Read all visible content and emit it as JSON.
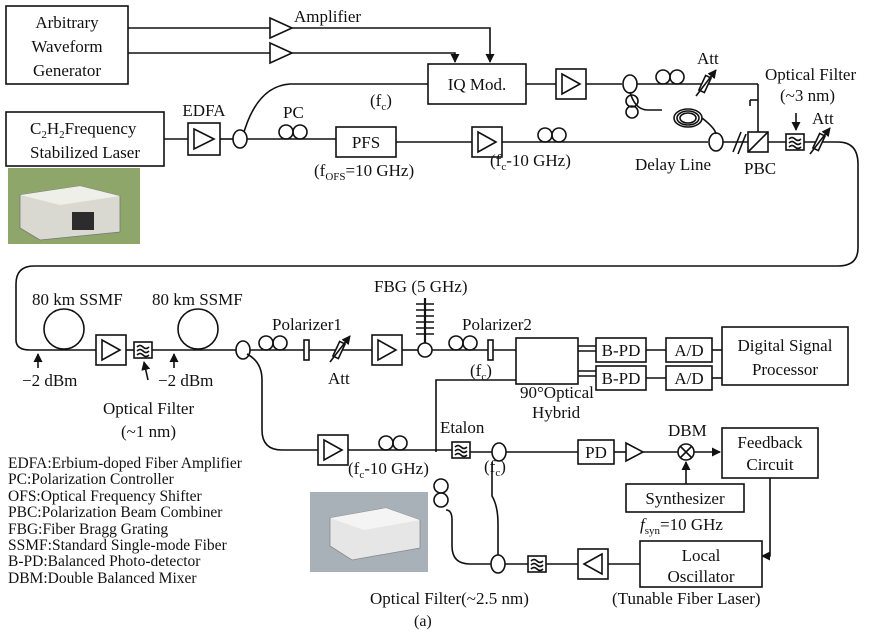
{
  "blocks": {
    "awg": [
      "Arbitrary",
      "Waveform",
      "Generator"
    ],
    "laser": {
      "line1": "C",
      "line1_sub1": "2",
      "line1_mid": "H",
      "line1_sub2": "2",
      "line1_rest": "Frequency",
      "line2": "Stabilized Laser"
    },
    "iq_mod": "IQ Mod.",
    "pfs": "PFS",
    "hybrid": [
      "90°Optical",
      "Hybrid"
    ],
    "bpd": "B-PD",
    "ad": "A/D",
    "dsp": [
      "Digital Signal",
      "Processor"
    ],
    "pd": "PD",
    "feedback": [
      "Feedback",
      "Circuit"
    ],
    "synth": "Synthesizer",
    "lo": [
      "Local",
      "Oscillator"
    ]
  },
  "labels": {
    "amplifier": "Amplifier",
    "edfa": "EDFA",
    "pc": "PC",
    "fc": "(f",
    "fc_sub": "c",
    "close": ")",
    "fofs_pre": "(f",
    "fofs_sub": "OFS",
    "fofs_post": "=10 GHz)",
    "fc10_pre": "(f",
    "fc10_sub": "c",
    "fc10_post": "-10 GHz)",
    "att": "Att",
    "optical_filter_3": [
      "Optical Filter",
      "(~3 nm)"
    ],
    "delay_line": "Delay Line",
    "pbc": "PBC",
    "ssmf1": "80 km SSMF",
    "ssmf2": "80 km SSMF",
    "polarizer1": "Polarizer1",
    "polarizer2": "Polarizer2",
    "fbg": "FBG (5 GHz)",
    "minus2dbm": "−2 dBm",
    "optical_filter_1": [
      "Optical Filter",
      "(~1 nm)"
    ],
    "etalon": "Etalon",
    "dbm": "DBM",
    "fsyn_pre": "f",
    "fsyn_sub": "syn",
    "fsyn_post": "=10 GHz",
    "optical_filter_25": "Optical Filter(~2.5 nm)",
    "tunable": "(Tunable Fiber Laser)",
    "caption": "(a)"
  },
  "legend": [
    "EDFA:Erbium-doped Fiber Amplifier",
    "PC:Polarization Controller",
    "OFS:Optical Frequency Shifter",
    "PBC:Polarization Beam Combiner",
    "FBG:Fiber Bragg Grating",
    "SSMF:Standard Single-mode Fiber",
    "B-PD:Balanced Photo-detector",
    "DBM:Double Balanced Mixer"
  ]
}
